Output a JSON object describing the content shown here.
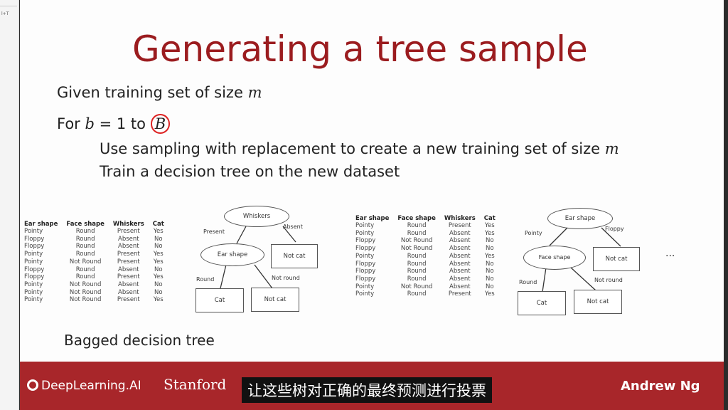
{
  "side_label": "l+T",
  "title": "Generating a tree sample",
  "lines": {
    "l1": "Given training set of size ",
    "m": "m",
    "l2a": "For ",
    "b": "b",
    "l2b": " = 1 to ",
    "B": "B",
    "l3": "Use sampling with replacement to create a new training set of size ",
    "l4": "Train a decision tree on the new dataset"
  },
  "table_headers": [
    "Ear shape",
    "Face shape",
    "Whiskers",
    "Cat"
  ],
  "table1": [
    [
      "Pointy",
      "Round",
      "Present",
      "Yes"
    ],
    [
      "Floppy",
      "Round",
      "Absent",
      "No"
    ],
    [
      "Floppy",
      "Round",
      "Absent",
      "No"
    ],
    [
      "Pointy",
      "Round",
      "Present",
      "Yes"
    ],
    [
      "Pointy",
      "Not Round",
      "Present",
      "Yes"
    ],
    [
      "Floppy",
      "Round",
      "Absent",
      "No"
    ],
    [
      "Floppy",
      "Round",
      "Present",
      "Yes"
    ],
    [
      "Pointy",
      "Not Round",
      "Absent",
      "No"
    ],
    [
      "Pointy",
      "Not Round",
      "Absent",
      "No"
    ],
    [
      "Pointy",
      "Not Round",
      "Present",
      "Yes"
    ]
  ],
  "table2": [
    [
      "Pointy",
      "Round",
      "Present",
      "Yes"
    ],
    [
      "Pointy",
      "Round",
      "Absent",
      "Yes"
    ],
    [
      "Floppy",
      "Not Round",
      "Absent",
      "No"
    ],
    [
      "Floppy",
      "Not Round",
      "Absent",
      "No"
    ],
    [
      "Pointy",
      "Round",
      "Absent",
      "Yes"
    ],
    [
      "Floppy",
      "Round",
      "Absent",
      "No"
    ],
    [
      "Floppy",
      "Round",
      "Absent",
      "No"
    ],
    [
      "Floppy",
      "Round",
      "Absent",
      "No"
    ],
    [
      "Pointy",
      "Not Round",
      "Absent",
      "No"
    ],
    [
      "Pointy",
      "Round",
      "Present",
      "Yes"
    ]
  ],
  "tree1": {
    "root": "Whiskers",
    "left_edge": "Present",
    "right_edge": "Absent",
    "mid": "Ear shape",
    "right_leaf": "Not cat",
    "mid_left_edge": "Round",
    "mid_right_edge": "Not round",
    "leaf_l": "Cat",
    "leaf_r": "Not cat"
  },
  "tree2": {
    "root": "Ear shape",
    "left_edge": "Pointy",
    "right_edge": "Floppy",
    "mid": "Face shape",
    "right_leaf": "Not cat",
    "mid_left_edge": "Round",
    "mid_right_edge": "Not round",
    "leaf_l": "Cat",
    "leaf_r": "Not cat"
  },
  "ellipsis": "...",
  "caption": "Bagged decision tree",
  "footer": {
    "brand": "DeepLearning.AI",
    "stanford": "Stanford",
    "author": "Andrew Ng"
  },
  "subtitle": "让这些树对正确的最终预测进行投票"
}
